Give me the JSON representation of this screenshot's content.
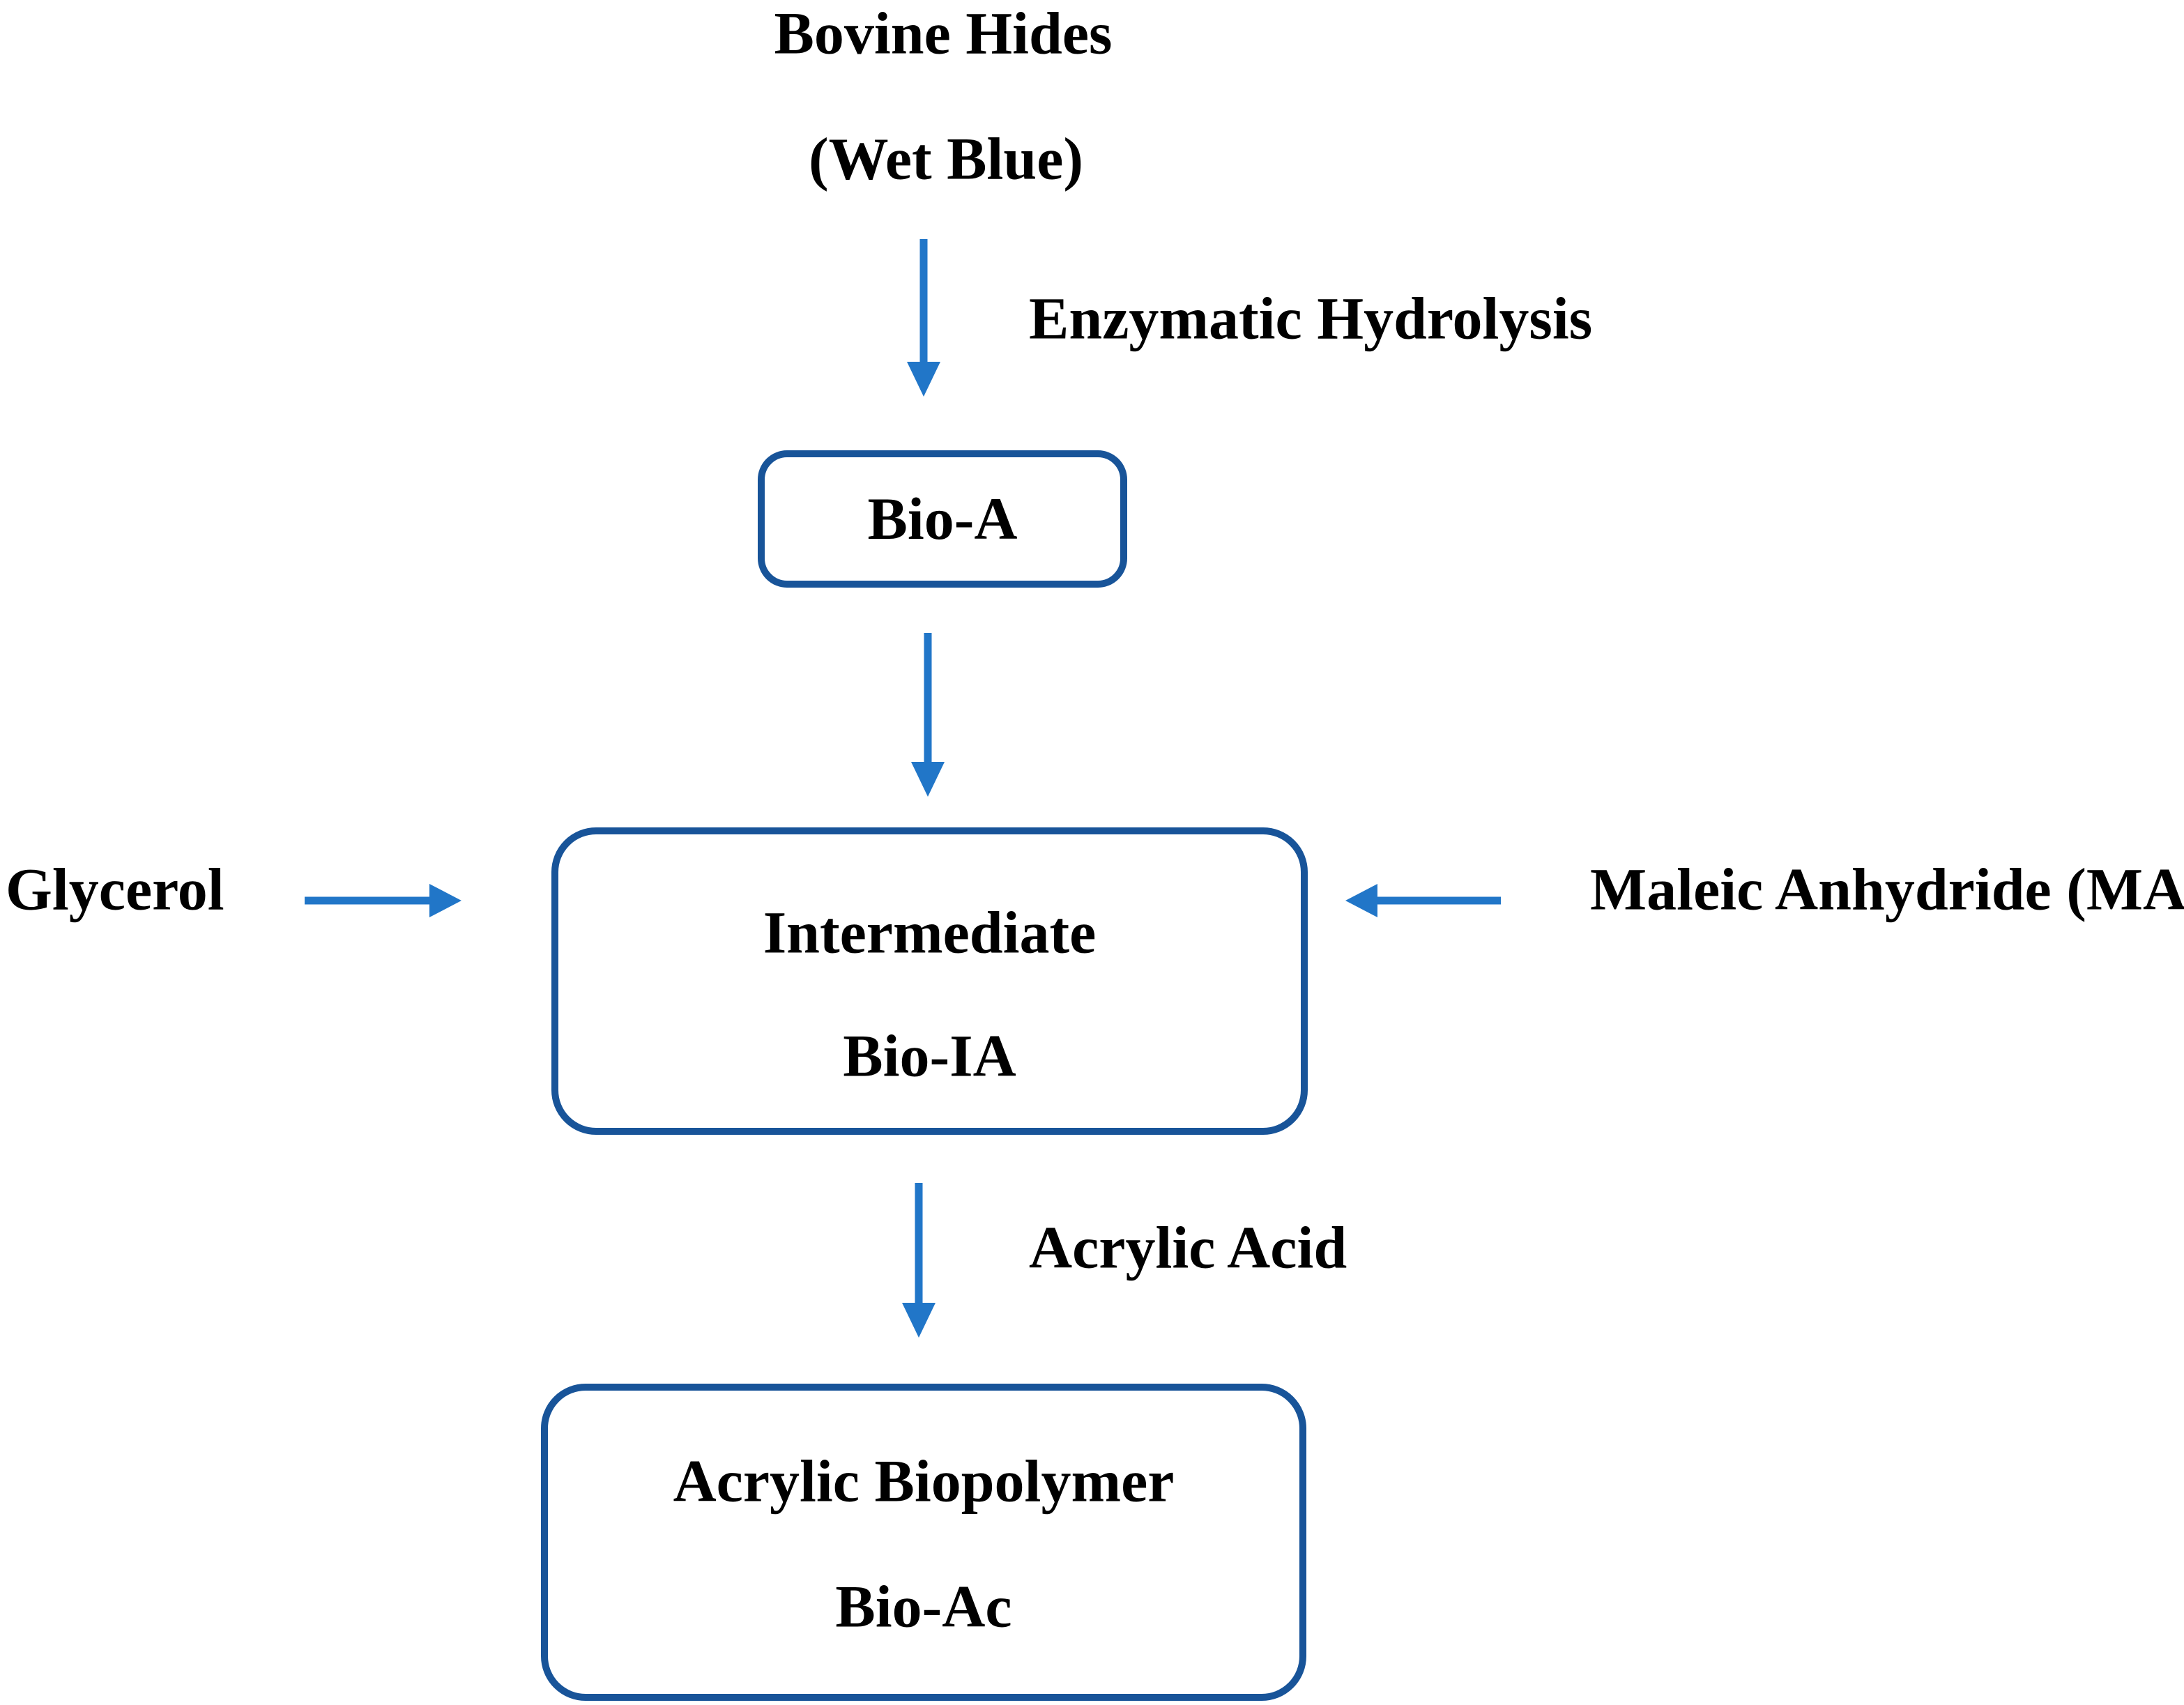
{
  "flow": {
    "source": {
      "line1": "Bovine Hides",
      "line2": "(Wet Blue)"
    },
    "step1_label": "Enzymatic Hydrolysis",
    "bio_a": {
      "label": "Bio-A"
    },
    "left_input": "Glycerol",
    "right_input": "Maleic Anhydride (MA)",
    "intermediate": {
      "line1": "Intermediate",
      "line2": "Bio-IA"
    },
    "step3_label": "Acrylic Acid",
    "product": {
      "line1": "Acrylic Biopolymer",
      "line2": "Bio-Ac"
    }
  },
  "colors": {
    "arrow": "#2176c8",
    "box_border": "#185499",
    "text": "#000000",
    "background": "#ffffff"
  }
}
